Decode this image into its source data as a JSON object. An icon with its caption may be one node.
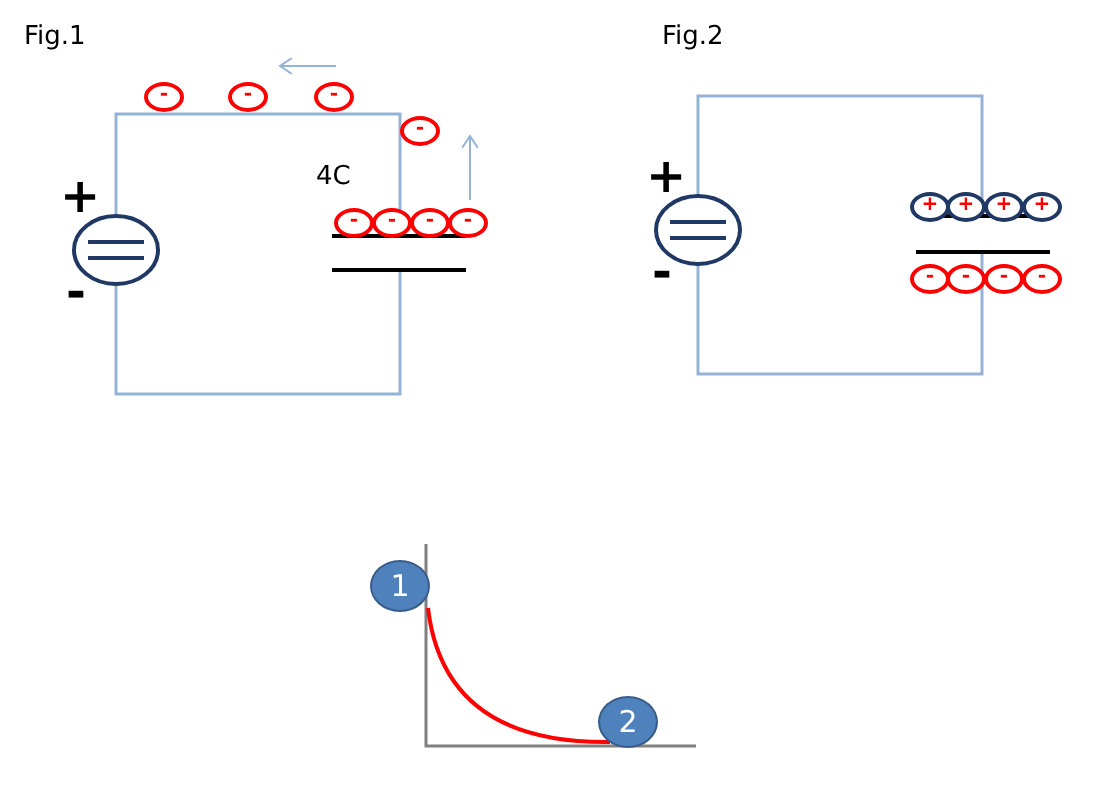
{
  "diagram": {
    "labels": [
      "Fig.1",
      "Fig.2",
      "-",
      "-",
      "-",
      "-",
      "+",
      "+",
      "4C",
      "-",
      "-",
      "-",
      "-",
      "+",
      "+",
      "+",
      "+",
      "-",
      "-",
      "-",
      "-",
      "-",
      "-",
      "1",
      "2"
    ]
  }
}
